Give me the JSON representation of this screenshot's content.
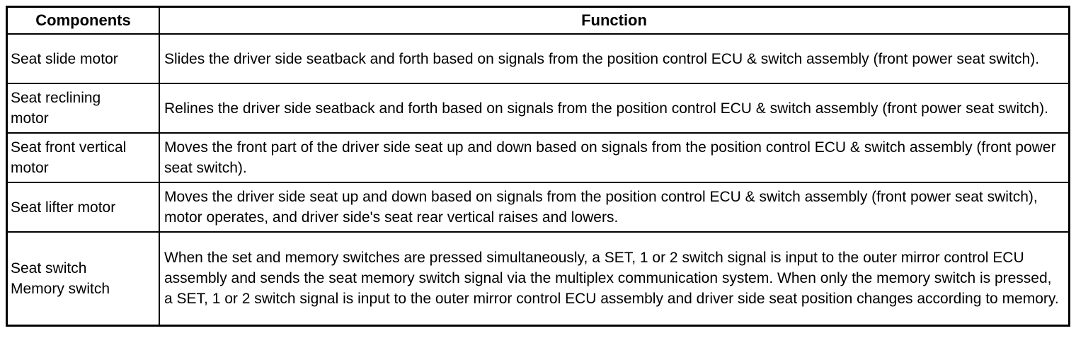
{
  "colors": {
    "border": "#000000",
    "background": "#ffffff",
    "text": "#000000"
  },
  "table": {
    "headers": {
      "components": "Components",
      "function": "Function"
    },
    "rows": [
      {
        "component": "Seat slide motor",
        "function": "Slides the driver side seatback and forth based on signals from the position control ECU & switch assembly (front power seat switch)."
      },
      {
        "component": "Seat reclining\nmotor",
        "function": "Relines the driver side seatback and forth based on signals from the position control ECU & switch assembly (front power seat switch)."
      },
      {
        "component": "Seat front vertical\nmotor",
        "function": "Moves the front part of the driver side seat up and down based on signals from the position control ECU & switch assembly (front power seat switch)."
      },
      {
        "component": "Seat lifter motor",
        "function": "Moves the driver side seat up and down based on signals from the position control ECU & switch assembly (front power seat switch), motor operates, and driver side's seat rear vertical raises and lowers."
      },
      {
        "component": "Seat switch\nMemory switch",
        "function": "When the set and memory switches are pressed simultaneously, a SET, 1 or 2 switch signal is input to the outer mirror control ECU assembly and sends the seat memory switch signal via the multiplex communication system. When only the memory switch is pressed, a SET, 1 or 2 switch signal is input to the outer mirror control ECU assembly and driver side seat position changes according to memory."
      }
    ]
  }
}
